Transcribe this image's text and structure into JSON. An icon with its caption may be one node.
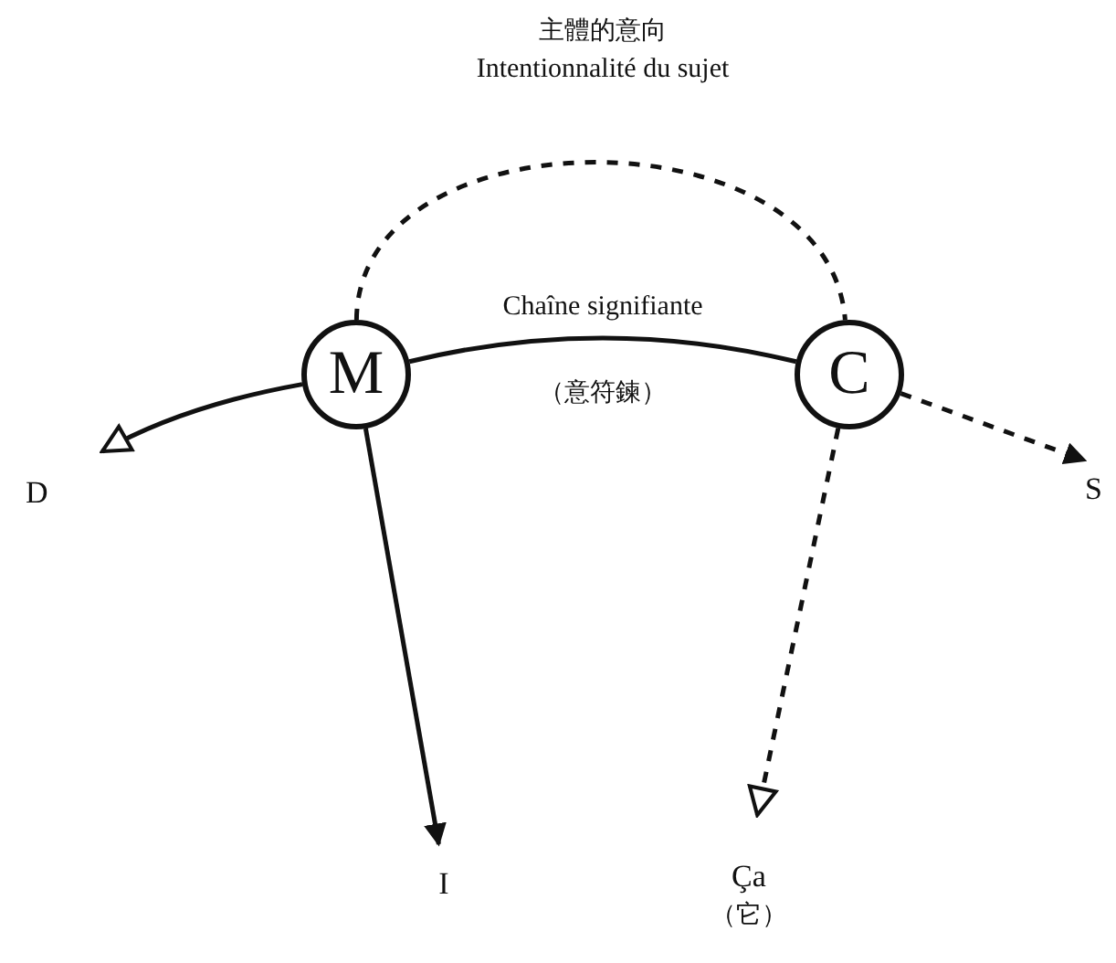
{
  "diagram": {
    "nodes": [
      {
        "text": [
          "M"
        ]
      },
      {
        "text": [
          "C"
        ]
      },
      {
        "text": [
          "D"
        ]
      },
      {
        "text": [
          "I"
        ]
      },
      {
        "text": [
          "S"
        ]
      },
      {
        "text": [
          "Ça"
        ],
        "beside": [
          "（它）"
        ]
      }
    ],
    "edges": [
      {
        "from": 0,
        "to": 2,
        "arrow": "to"
      },
      {
        "from": 0,
        "to": 1,
        "arrow": "none",
        "label": "Chaîne signifiante"
      },
      {
        "from": 0,
        "to": 1,
        "arrow": "none",
        "style": "dashed"
      },
      {
        "from": 0,
        "to": 3,
        "arrow": "to"
      },
      {
        "from": 1,
        "to": 4,
        "arrow": "to",
        "style": "dashed"
      },
      {
        "from": 1,
        "to": 5,
        "arrow": "to",
        "style": "dashed"
      }
    ],
    "labels": [
      "主體的意向",
      "Intentionnalité du sujet",
      "（意符鍊）"
    ]
  }
}
